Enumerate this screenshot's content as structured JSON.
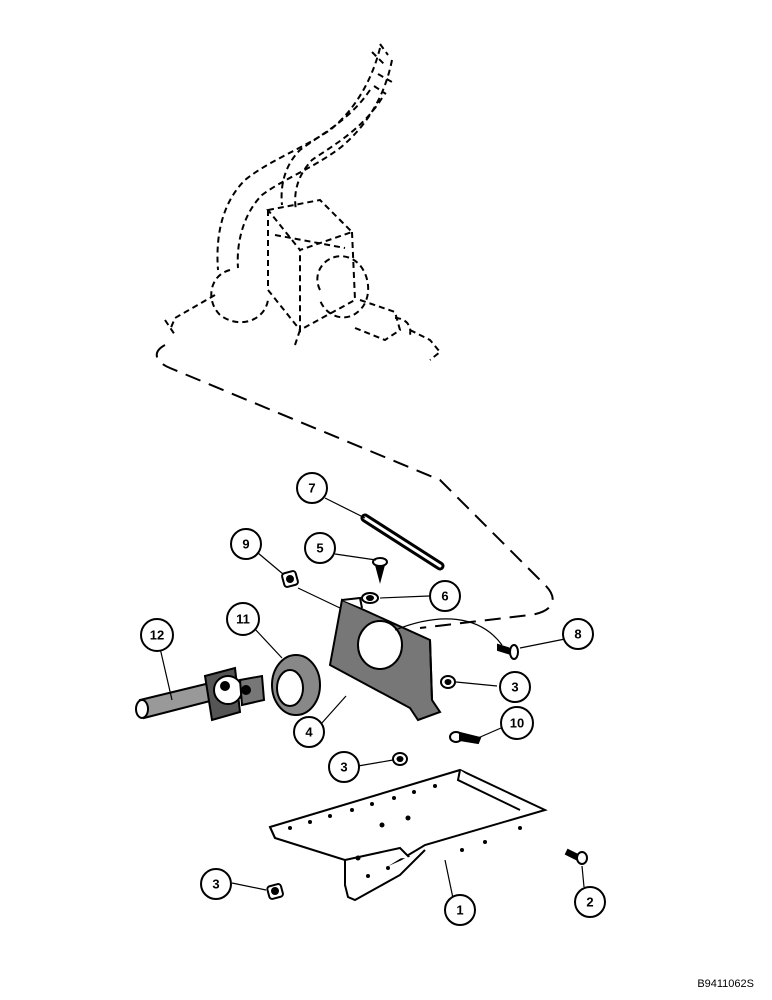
{
  "figure_code": "B9411062S",
  "callouts": [
    {
      "id": "callout-1",
      "label": "1"
    },
    {
      "id": "callout-2",
      "label": "2"
    },
    {
      "id": "callout-3a",
      "label": "3"
    },
    {
      "id": "callout-3b",
      "label": "3"
    },
    {
      "id": "callout-3c",
      "label": "3"
    },
    {
      "id": "callout-4",
      "label": "4"
    },
    {
      "id": "callout-5",
      "label": "5"
    },
    {
      "id": "callout-6",
      "label": "6"
    },
    {
      "id": "callout-7",
      "label": "7"
    },
    {
      "id": "callout-8",
      "label": "8"
    },
    {
      "id": "callout-9",
      "label": "9"
    },
    {
      "id": "callout-10",
      "label": "10"
    },
    {
      "id": "callout-11",
      "label": "11"
    },
    {
      "id": "callout-12",
      "label": "12"
    }
  ]
}
